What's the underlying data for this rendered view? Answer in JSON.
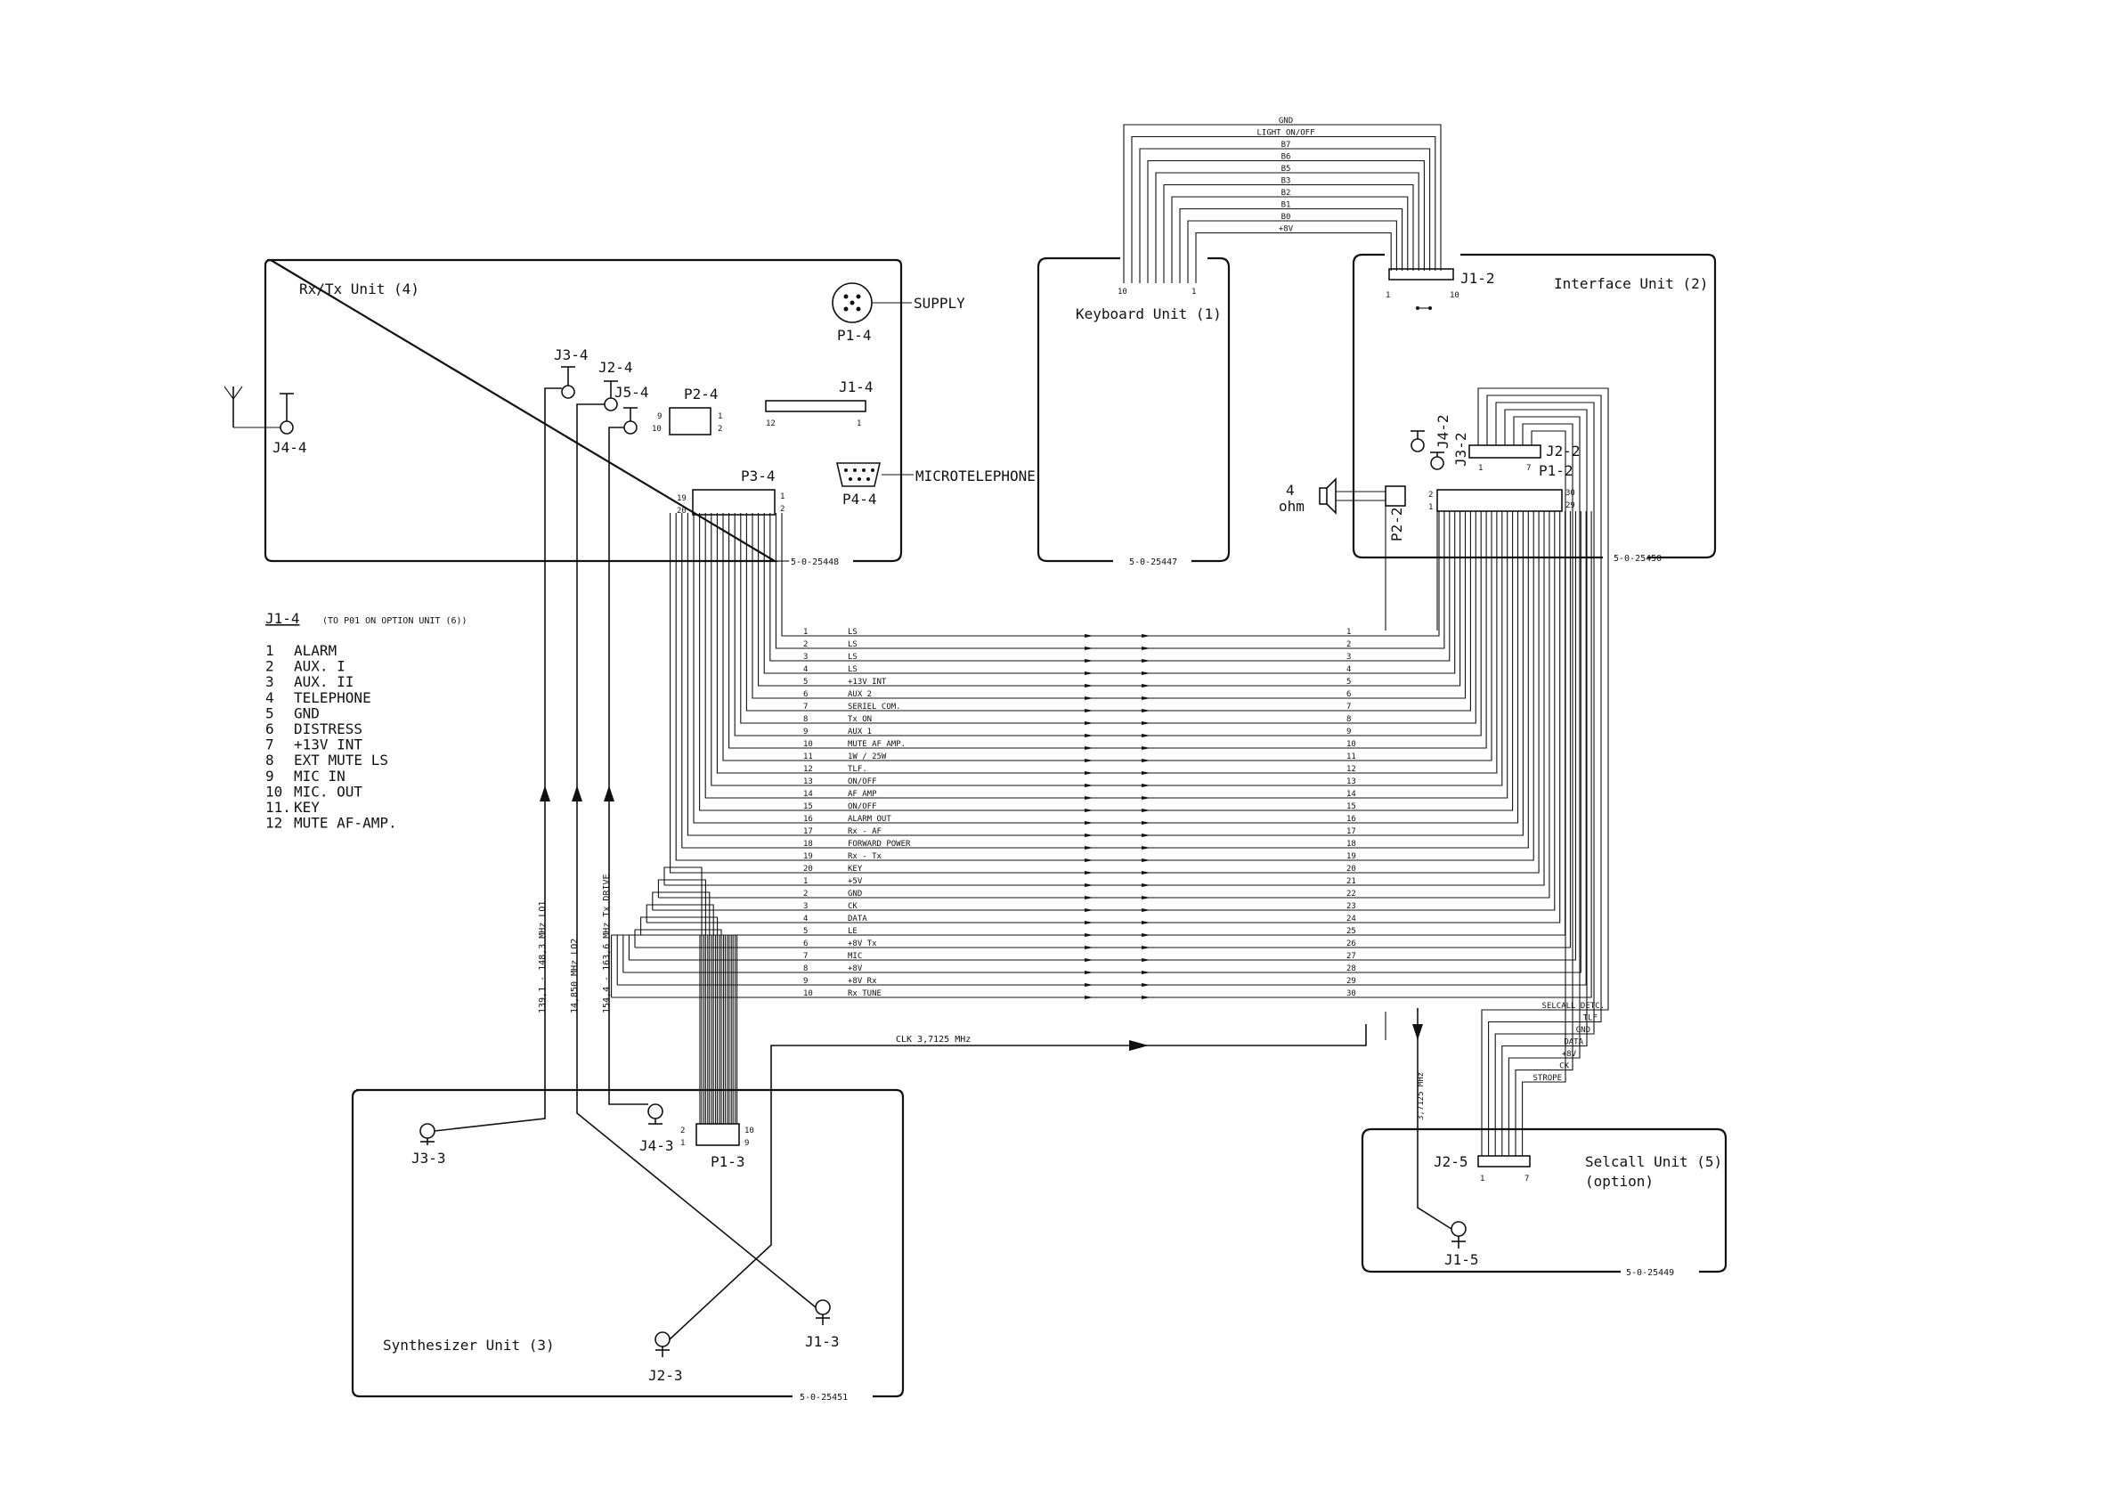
{
  "units": {
    "rxtx": {
      "title": "Rx/Tx Unit (4)",
      "code": "5-0-25448"
    },
    "keyboard": {
      "title": "Keyboard Unit (1)",
      "code": "5-0-25447",
      "pin_a": "10",
      "pin_b": "1"
    },
    "interface": {
      "title": "Interface Unit (2)",
      "code": "5-0-25450"
    },
    "synth": {
      "title": "Synthesizer Unit (3)",
      "code": "5-0-25451"
    },
    "selcall": {
      "title": "Selcall Unit (5)",
      "subtitle": "(option)",
      "code": "5-0-25449"
    }
  },
  "connectors": {
    "supply_label": "SUPPLY",
    "p1_4": "P1-4",
    "j3_4": "J3-4",
    "j2_4": "J2-4",
    "j5_4": "J5-4",
    "p2_4": "P2-4",
    "j1_4": "J1-4",
    "j4_4": "J4-4",
    "p3_4": "P3-4",
    "p4_4": "P4-4",
    "microtelephone": "MICROTELEPHONE",
    "j1_2": "J1-2",
    "j2_2": "J2-2",
    "p1_2": "P1-2",
    "j4_2": "J4-2",
    "j3_2": "J3-2",
    "p2_2": "P2-2",
    "speaker": "4",
    "speaker_unit": "ohm",
    "j3_3": "J3-3",
    "j4_3": "J4-3",
    "p1_3": "P1-3",
    "j2_3": "J2-3",
    "j1_3": "J1-3",
    "j2_5": "J2-5",
    "j1_5": "J1-5"
  },
  "pin_numbers": {
    "p2_4": [
      "9",
      "10",
      "1",
      "2"
    ],
    "j1_4": [
      "12",
      "1"
    ],
    "p3_4": [
      "19",
      "20",
      "1",
      "2"
    ],
    "j1_2": [
      "1",
      "10"
    ],
    "j2_2": [
      "1",
      "7"
    ],
    "p1_2": [
      "2",
      "1",
      "30",
      "29"
    ],
    "p1_3": [
      "2",
      "1",
      "10",
      "9"
    ],
    "j2_5": [
      "1",
      "7"
    ]
  },
  "keyboard_bus": [
    "GND",
    "LIGHT ON/OFF",
    "B7",
    "B6",
    "B5",
    "B3",
    "B2",
    "B1",
    "B0",
    "+8V"
  ],
  "j1_4_table": {
    "title": "J1-4",
    "note": "(TO P01 ON OPTION UNIT (6))",
    "rows": [
      {
        "n": "1",
        "name": "ALARM"
      },
      {
        "n": "2",
        "name": "AUX. I"
      },
      {
        "n": "3",
        "name": "AUX. II"
      },
      {
        "n": "4",
        "name": "TELEPHONE"
      },
      {
        "n": "5",
        "name": "GND"
      },
      {
        "n": "6",
        "name": "DISTRESS"
      },
      {
        "n": "7",
        "name": "+13V INT"
      },
      {
        "n": "8",
        "name": "EXT MUTE LS"
      },
      {
        "n": "9",
        "name": "MIC IN"
      },
      {
        "n": "10",
        "name": "MIC. OUT"
      },
      {
        "n": "11.",
        "name": "KEY"
      },
      {
        "n": "12",
        "name": "MUTE AF-AMP."
      }
    ]
  },
  "harness": [
    {
      "l": "1",
      "name": "LS",
      "r": "1"
    },
    {
      "l": "2",
      "name": "LS",
      "r": "2"
    },
    {
      "l": "3",
      "name": "LS",
      "r": "3"
    },
    {
      "l": "4",
      "name": "LS",
      "r": "4"
    },
    {
      "l": "5",
      "name": "+13V INT",
      "r": "5"
    },
    {
      "l": "6",
      "name": "AUX 2",
      "r": "6"
    },
    {
      "l": "7",
      "name": "SERIEL COM.",
      "r": "7"
    },
    {
      "l": "8",
      "name": "Tx ON",
      "r": "8"
    },
    {
      "l": "9",
      "name": "AUX 1",
      "r": "9"
    },
    {
      "l": "10",
      "name": "MUTE AF AMP.",
      "r": "10"
    },
    {
      "l": "11",
      "name": "1W / 25W",
      "r": "11"
    },
    {
      "l": "12",
      "name": "TLF.",
      "r": "12"
    },
    {
      "l": "13",
      "name": "ON/OFF",
      "r": "13"
    },
    {
      "l": "14",
      "name": "AF AMP",
      "r": "14"
    },
    {
      "l": "15",
      "name": "ON/OFF",
      "r": "15"
    },
    {
      "l": "16",
      "name": "ALARM OUT",
      "r": "16"
    },
    {
      "l": "17",
      "name": "Rx - AF",
      "r": "17"
    },
    {
      "l": "18",
      "name": "FORWARD POWER",
      "r": "18"
    },
    {
      "l": "19",
      "name": "Rx - Tx",
      "r": "19"
    },
    {
      "l": "20",
      "name": "KEY",
      "r": "20"
    },
    {
      "l": "1",
      "name": "+5V",
      "r": "21"
    },
    {
      "l": "2",
      "name": "GND",
      "r": "22"
    },
    {
      "l": "3",
      "name": "CK",
      "r": "23"
    },
    {
      "l": "4",
      "name": "DATA",
      "r": "24"
    },
    {
      "l": "5",
      "name": "LE",
      "r": "25"
    },
    {
      "l": "6",
      "name": "+8V Tx",
      "r": "26"
    },
    {
      "l": "7",
      "name": "MIC",
      "r": "27"
    },
    {
      "l": "8",
      "name": "+8V",
      "r": "28"
    },
    {
      "l": "9",
      "name": "+8V Rx",
      "r": "29"
    },
    {
      "l": "10",
      "name": "Rx TUNE",
      "r": "30"
    }
  ],
  "selcall_bus": [
    "SELCALL DETC.",
    "TLF",
    "GND",
    "DATA",
    "+8V",
    "CK",
    "STROPE"
  ],
  "rf_labels": {
    "lo1": "139,1 - 148,3 MHz LO1",
    "lo2": "14,850 MHz LO2",
    "txdrive": "154,4 - 163,6 MHz Tx DRIVE",
    "clk": "CLK 3,7125 MHz",
    "clk_v": "3,7125 MHz"
  }
}
